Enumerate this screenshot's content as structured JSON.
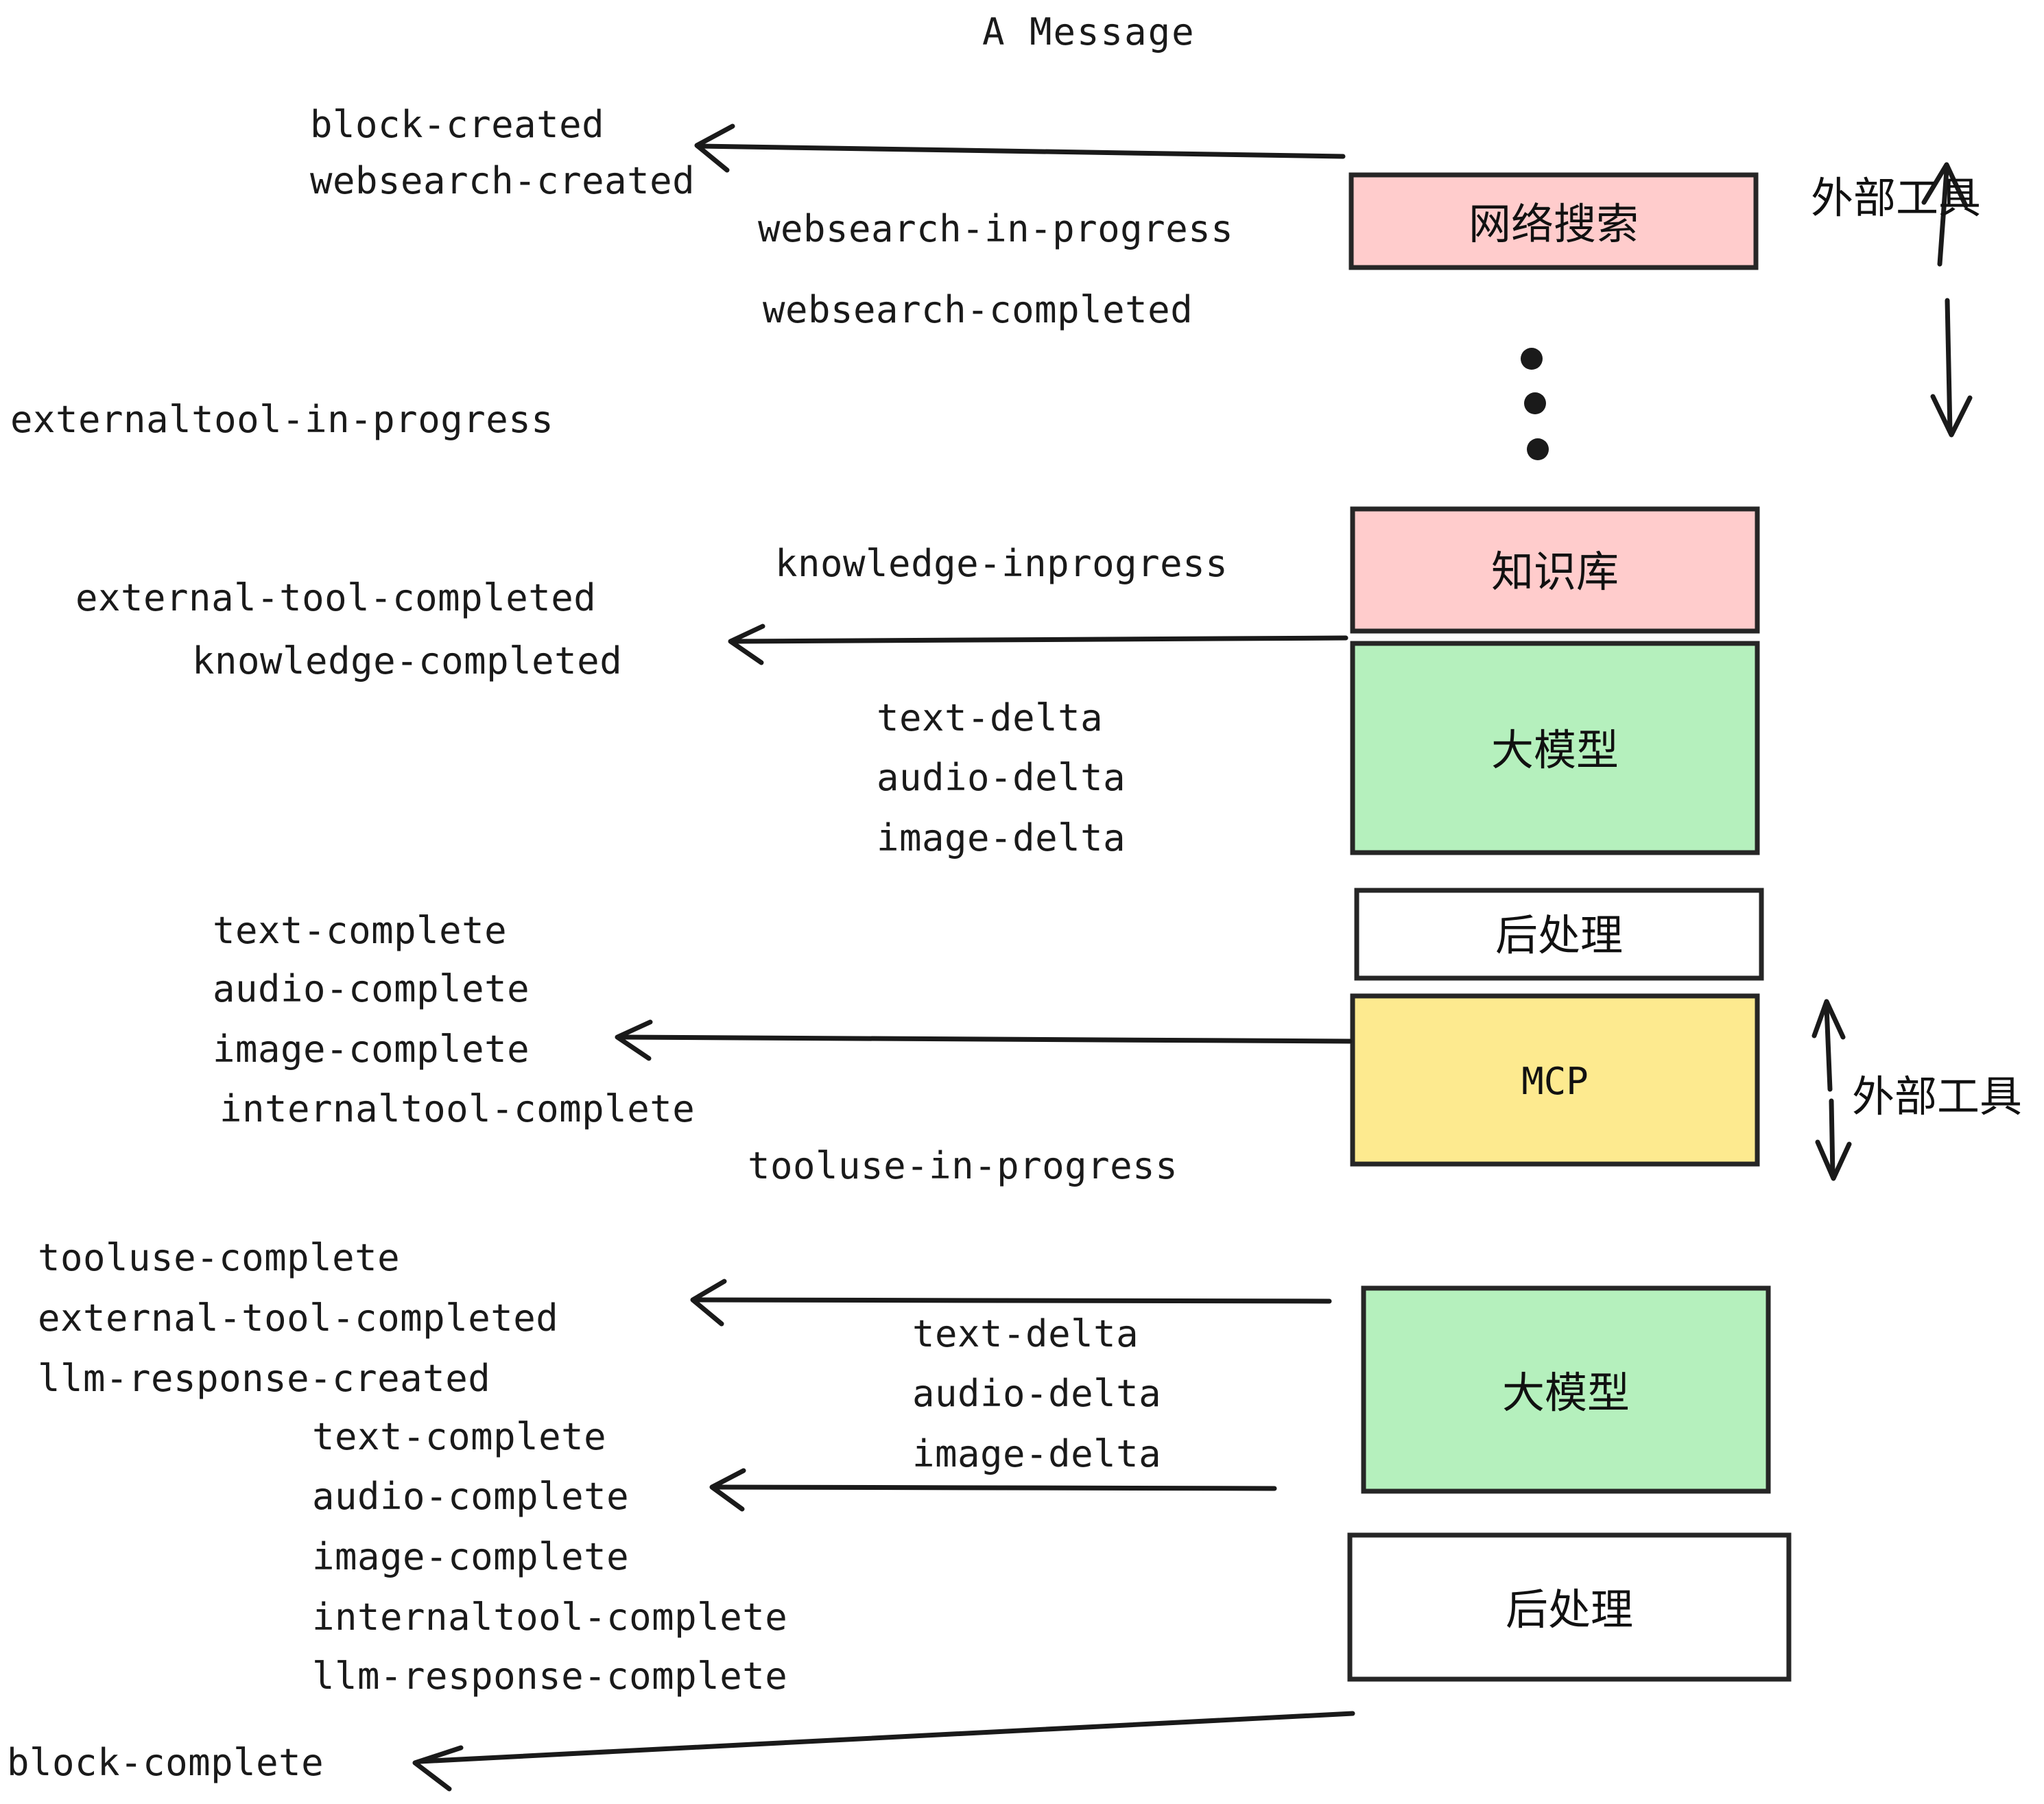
{
  "diagram": {
    "title": "A Message",
    "background_color": "#ffffff",
    "stroke_color": "#1a1a1a",
    "colors": {
      "pink": "#ffcccc",
      "green": "#b5f0bd",
      "yellow": "#fdea8f",
      "white": "#ffffff",
      "border": "#262626"
    },
    "boxes": [
      {
        "id": "websearch",
        "label": "网络搜索",
        "fill": "#ffcccc"
      },
      {
        "id": "knowledge",
        "label": "知识库",
        "fill": "#ffcccc"
      },
      {
        "id": "llm-top",
        "label": "大模型",
        "fill": "#b5f0bd"
      },
      {
        "id": "postprocess-top",
        "label": "后处理",
        "fill": "#ffffff"
      },
      {
        "id": "mcp",
        "label": "MCP",
        "fill": "#fdea8f"
      },
      {
        "id": "llm-bottom",
        "label": "大模型",
        "fill": "#b5f0bd"
      },
      {
        "id": "postprocess-bottom",
        "label": "后处理",
        "fill": "#ffffff"
      }
    ],
    "side_labels": [
      {
        "id": "external-tools-upper",
        "label": "外部工具"
      },
      {
        "id": "external-tools-lower",
        "label": "外部工具"
      }
    ],
    "events": {
      "block_created": "block-created",
      "websearch_created": "websearch-created",
      "websearch_in_progress": "websearch-in-progress",
      "websearch_completed": "websearch-completed",
      "externaltool_in_progress": "externaltool-in-progress",
      "knowledge_inprogress": "knowledge-inprogress",
      "external_tool_completed_1": "external-tool-completed",
      "knowledge_completed": "knowledge-completed",
      "text_delta_1": "text-delta",
      "audio_delta_1": "audio-delta",
      "image_delta_1": "image-delta",
      "text_complete_1": "text-complete",
      "audio_complete_1": "audio-complete",
      "image_complete_1": "image-complete",
      "internaltool_complete_1": "internaltool-complete",
      "tooluse_in_progress": "tooluse-in-progress",
      "tooluse_complete": "tooluse-complete",
      "external_tool_completed_2": "external-tool-completed",
      "llm_response_created": "llm-response-created",
      "text_delta_2": "text-delta",
      "audio_delta_2": "audio-delta",
      "image_delta_2": "image-delta",
      "text_complete_2": "text-complete",
      "audio_complete_2": "audio-complete",
      "image_complete_2": "image-complete",
      "internaltool_complete_2": "internaltool-complete",
      "llm_response_complete": "llm-response-complete",
      "block_complete": "block-complete"
    }
  }
}
